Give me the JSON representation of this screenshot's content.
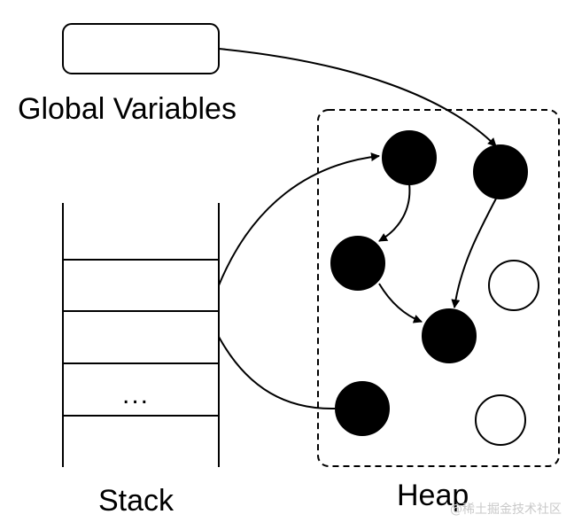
{
  "labels": {
    "global_variables": "Global Variables",
    "stack": "Stack",
    "heap": "Heap",
    "stack_ellipsis": "..."
  },
  "watermark": "@稀土掘金技术社区",
  "colors": {
    "stroke": "#000000",
    "reachable_object": "#000000",
    "unreachable_object": "#ffffff",
    "background": "#ffffff",
    "watermark": "#c9c9c9"
  }
}
